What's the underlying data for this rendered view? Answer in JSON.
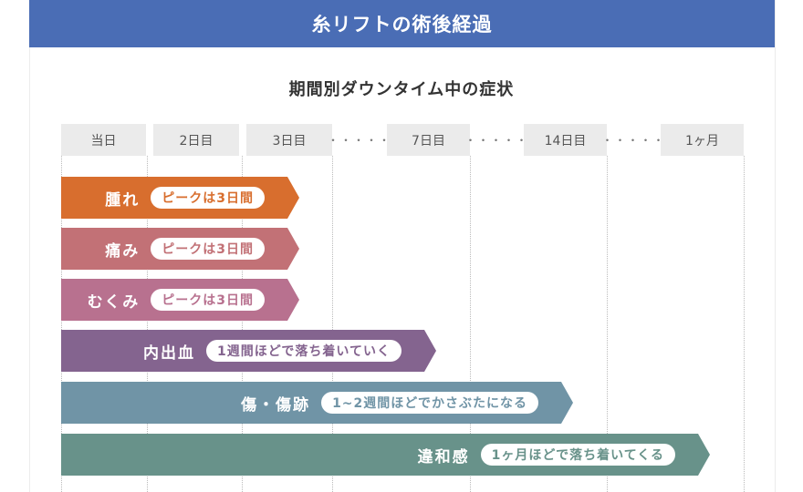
{
  "header": {
    "title": "糸リフトの術後経過"
  },
  "subtitle": "期間別ダウンタイム中の症状",
  "columns": [
    "当日",
    "2日目",
    "3日目",
    "7日目",
    "14日目",
    "1ヶ月"
  ],
  "ellipsis": "・・・・・",
  "symptoms": [
    {
      "label": "腫れ",
      "note": "ピークは3日間",
      "ends_at": "3日目",
      "color": "#d86e2e"
    },
    {
      "label": "痛み",
      "note": "ピークは3日間",
      "ends_at": "3日目",
      "color": "#c27176"
    },
    {
      "label": "むくみ",
      "note": "ピークは3日間",
      "ends_at": "3日目",
      "color": "#b8718f"
    },
    {
      "label": "内出血",
      "note": "1週間ほどで落ち着いていく",
      "ends_at": "7日目",
      "color": "#84648f"
    },
    {
      "label": "傷・傷跡",
      "note": "1~2週間ほどでかさぶたになる",
      "ends_at": "14日目",
      "color": "#7094a6"
    },
    {
      "label": "違和感",
      "note": "1ヶ月ほどで落ち着いてくる",
      "ends_at": "1ヶ月",
      "color": "#68928a"
    }
  ]
}
